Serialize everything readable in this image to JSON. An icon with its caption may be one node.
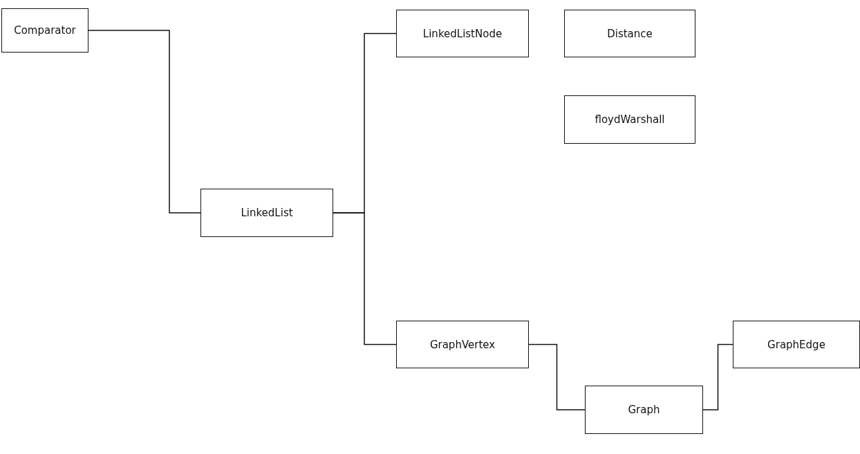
{
  "diagram": {
    "nodes": [
      {
        "text": [
          "Comparator"
        ]
      },
      {
        "text": [
          "LinkedList"
        ]
      },
      {
        "text": [
          "LinkedListNode"
        ]
      },
      {
        "text": [
          "Distance"
        ]
      },
      {
        "text": [
          "floydWarshall"
        ]
      },
      {
        "text": [
          "GraphVertex"
        ]
      },
      {
        "text": [
          "Graph"
        ]
      },
      {
        "text": [
          "GraphEdge"
        ]
      }
    ],
    "edges": [
      {
        "from": 0,
        "to": 1,
        "arrow": "none"
      },
      {
        "from": 1,
        "to": 2,
        "arrow": "none"
      },
      {
        "from": 1,
        "to": 5,
        "arrow": "none"
      },
      {
        "from": 5,
        "to": 6,
        "arrow": "none"
      },
      {
        "from": 6,
        "to": 7,
        "arrow": "none"
      }
    ]
  }
}
